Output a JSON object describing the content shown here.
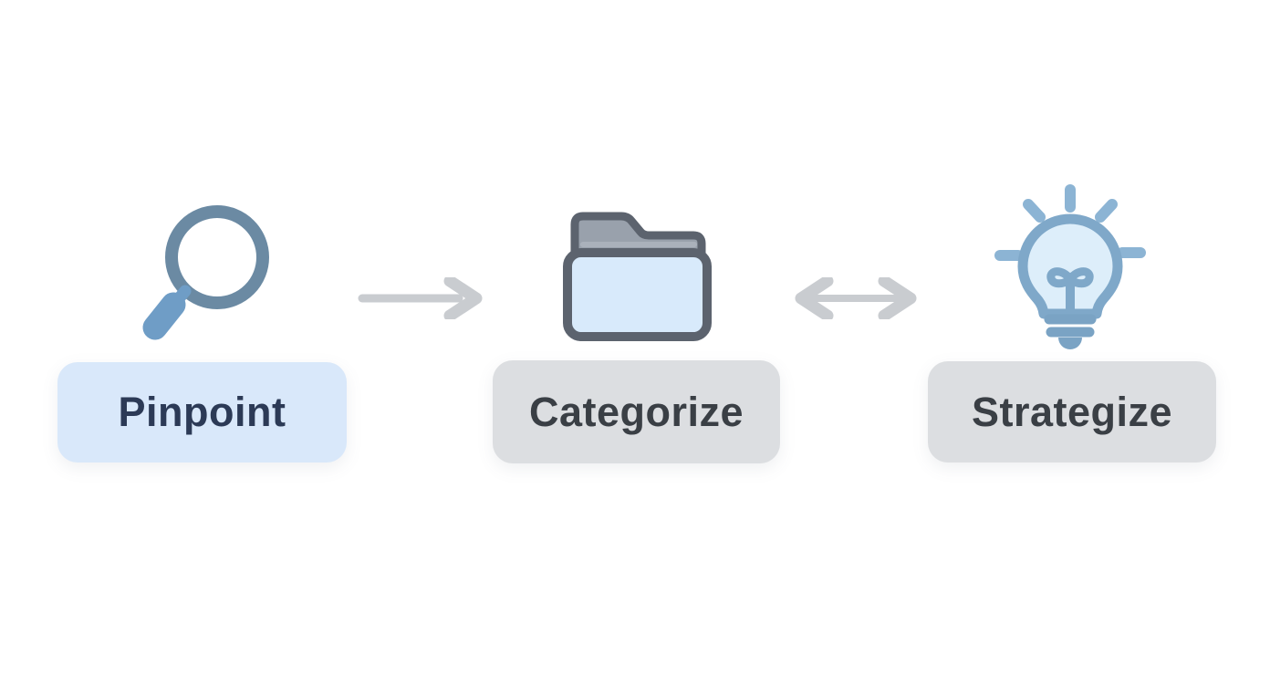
{
  "diagram": {
    "steps": [
      {
        "id": "pinpoint",
        "label": "Pinpoint",
        "icon": "magnifier-icon"
      },
      {
        "id": "categorize",
        "label": "Categorize",
        "icon": "folder-icon"
      },
      {
        "id": "strategize",
        "label": "Strategize",
        "icon": "lightbulb-icon"
      }
    ],
    "connectors": [
      {
        "from": "pinpoint",
        "to": "categorize",
        "type": "arrow-right"
      },
      {
        "from": "categorize",
        "to": "strategize",
        "type": "arrow-double"
      }
    ]
  },
  "colors": {
    "pill-blue-bg": "#d9e8fa",
    "pill-gray-bg": "#dcdee1",
    "text-navy": "#2c3a56",
    "text-dark": "#3a3f45",
    "arrow": "#c9ccd0",
    "mag-ring": "#6b8aa3",
    "mag-handle": "#6f9dc6",
    "folder-outline": "#5c636e",
    "folder-back": "#99a1ac",
    "folder-back-hilite": "#aab1bb",
    "folder-front": "#d8eafb",
    "bulb-stroke": "#7fa8c9",
    "bulb-fill": "#ddeefa",
    "bulb-base": "#7aa3c4",
    "bulb-ray": "#8cb4d4"
  }
}
